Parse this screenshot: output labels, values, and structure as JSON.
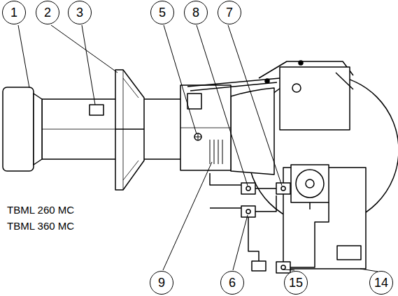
{
  "diagram": {
    "nodes": [
      {
        "text": [
          "1"
        ]
      },
      {
        "text": [
          "2"
        ]
      },
      {
        "text": [
          "3"
        ]
      },
      {
        "text": [
          "5"
        ]
      },
      {
        "text": [
          "8"
        ]
      },
      {
        "text": [
          "7"
        ]
      },
      {
        "text": [
          "9"
        ]
      },
      {
        "text": [
          "6"
        ]
      },
      {
        "text": [
          "15"
        ]
      },
      {
        "text": [
          "14"
        ]
      }
    ],
    "labels": [
      "TBML 260 MC",
      "TBML 360 MC"
    ]
  }
}
